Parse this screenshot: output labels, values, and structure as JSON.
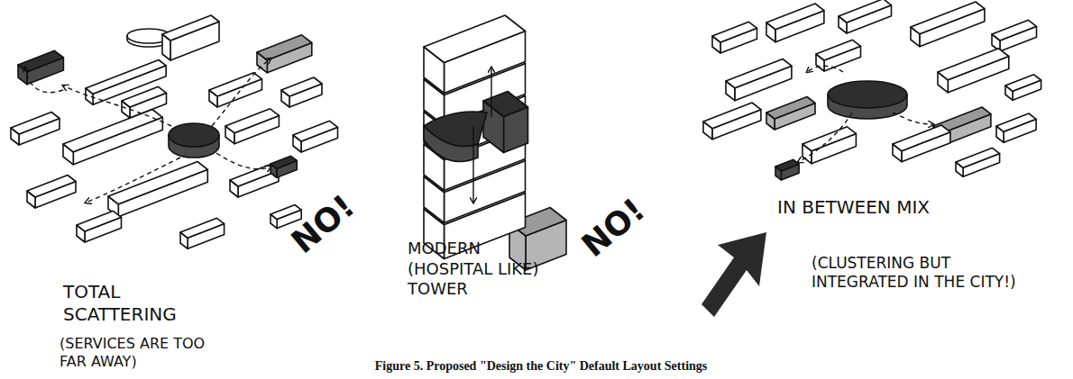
{
  "diagram": {
    "caption": "Figure 5. Proposed \"Design the City\" Default Layout Settings",
    "labels": [
      "NO!",
      "TOTAL SCATTERING",
      "(SERVICES ARE TOO FAR AWAY)",
      "MODERN (HOSPITAL LIKE) TOWER",
      "NO!",
      "IN BETWEEN MIX",
      "(CLUSTERING BUT INTEGRATED IN THE CITY!)"
    ]
  }
}
